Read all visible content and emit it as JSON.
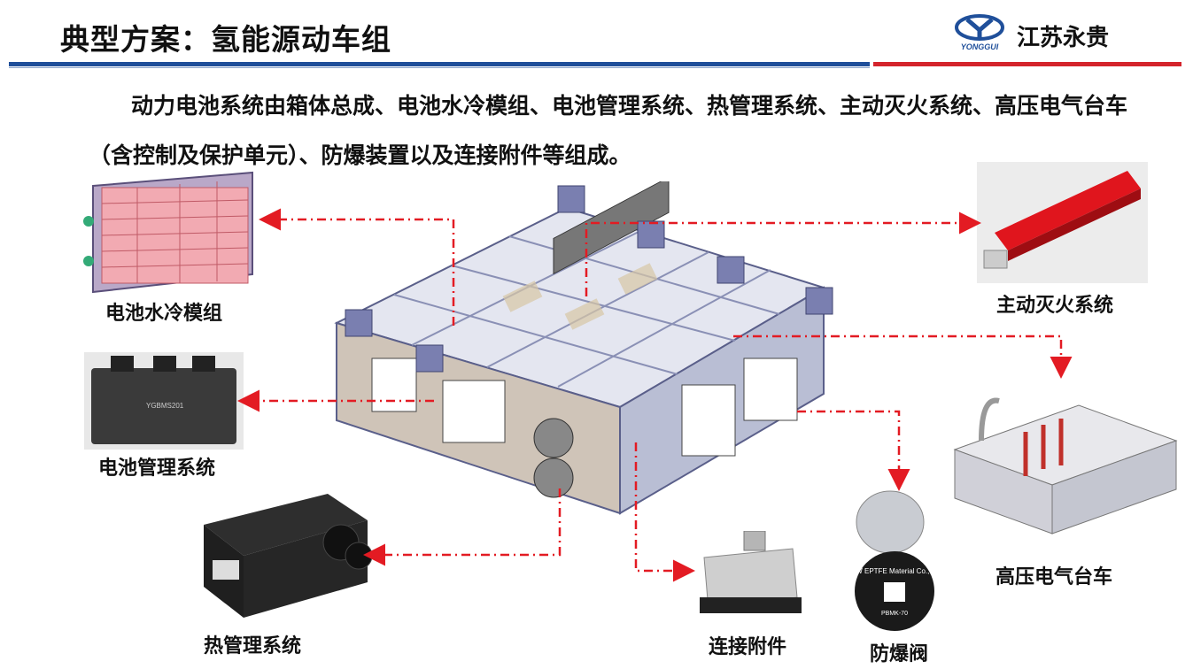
{
  "header": {
    "title": "典型方案：氢能源动车组",
    "brand": "江苏永贵",
    "logo_text": "YONGGUI",
    "colors": {
      "blue": "#1f4f9a",
      "red": "#d4242c",
      "arrow": "#e31b23"
    }
  },
  "intro": "动力电池系统由箱体总成、电池水冷模组、电池管理系统、热管理系统、主动灭火系统、高压电气台车（含控制及保护单元）、防爆装置以及连接附件等组成。",
  "components": {
    "cooling_module": "电池水冷模组",
    "bms": "电池管理系统",
    "bms_model": "YGBMS201",
    "thermal": "热管理系统",
    "connector": "连接附件",
    "valve": "防爆阀",
    "valve_text": "PUW EPTFE Material Co., Ltd.",
    "valve_code": "PBMK-70",
    "fire": "主动灭火系统",
    "hv_trolley": "高压电气台车"
  }
}
